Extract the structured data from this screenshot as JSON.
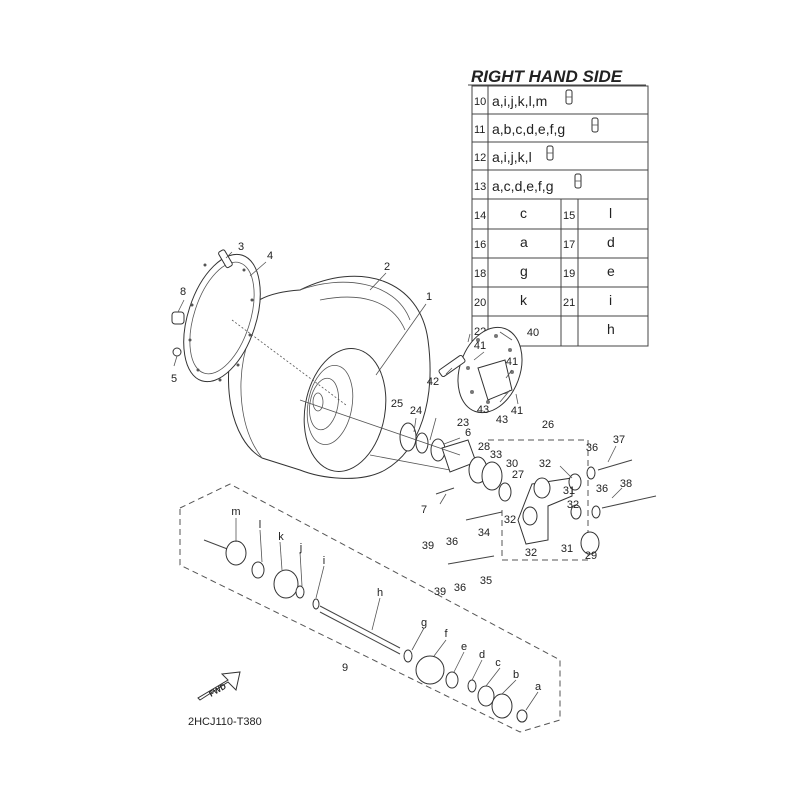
{
  "title": "RIGHT HAND SIDE",
  "code": "2HCJ110-T380",
  "fwd_label": "FWD",
  "table": {
    "set_rows": [
      {
        "num": "10",
        "text": "a,i,j,k,l,m"
      },
      {
        "num": "11",
        "text": "a,b,c,d,e,f,g"
      },
      {
        "num": "12",
        "text": "a,i,j,k,l"
      },
      {
        "num": "13",
        "text": "a,c,d,e,f,g"
      }
    ],
    "pair_rows": [
      {
        "n1": "14",
        "v1": "c",
        "n2": "15",
        "v2": "l"
      },
      {
        "n1": "16",
        "v1": "a",
        "n2": "17",
        "v2": "d"
      },
      {
        "n1": "18",
        "v1": "g",
        "n2": "19",
        "v2": "e"
      },
      {
        "n1": "20",
        "v1": "k",
        "n2": "21",
        "v2": "i"
      },
      {
        "n1": "22",
        "v1": "h"
      }
    ]
  },
  "callouts": {
    "c1": "1",
    "c2": "2",
    "c3": "3",
    "c4": "4",
    "c5": "5",
    "c6": "6",
    "c7": "7",
    "c8": "8",
    "c9": "9",
    "c23": "23",
    "c24": "24",
    "c25": "25",
    "c26": "26",
    "c27": "27",
    "c28": "28",
    "c29": "29",
    "c30": "30",
    "c31a": "31",
    "c31b": "31",
    "c32a": "32",
    "c32b": "32",
    "c32c": "32",
    "c32d": "32",
    "c33": "33",
    "c34": "34",
    "c35": "35",
    "c36a": "36",
    "c36b": "36",
    "c36c": "36",
    "c36d": "36",
    "c37": "37",
    "c38": "38",
    "c39a": "39",
    "c39b": "39",
    "c40": "40",
    "c41a": "41",
    "c41b": "41",
    "c41c": "41",
    "c42": "42",
    "c43a": "43",
    "c43b": "43",
    "la": "a",
    "lb": "b",
    "lc": "c",
    "ld": "d",
    "le": "e",
    "lf": "f",
    "lg": "g",
    "lh": "h",
    "li": "i",
    "lj": "j",
    "lk": "k",
    "ll": "l",
    "lm": "m"
  }
}
